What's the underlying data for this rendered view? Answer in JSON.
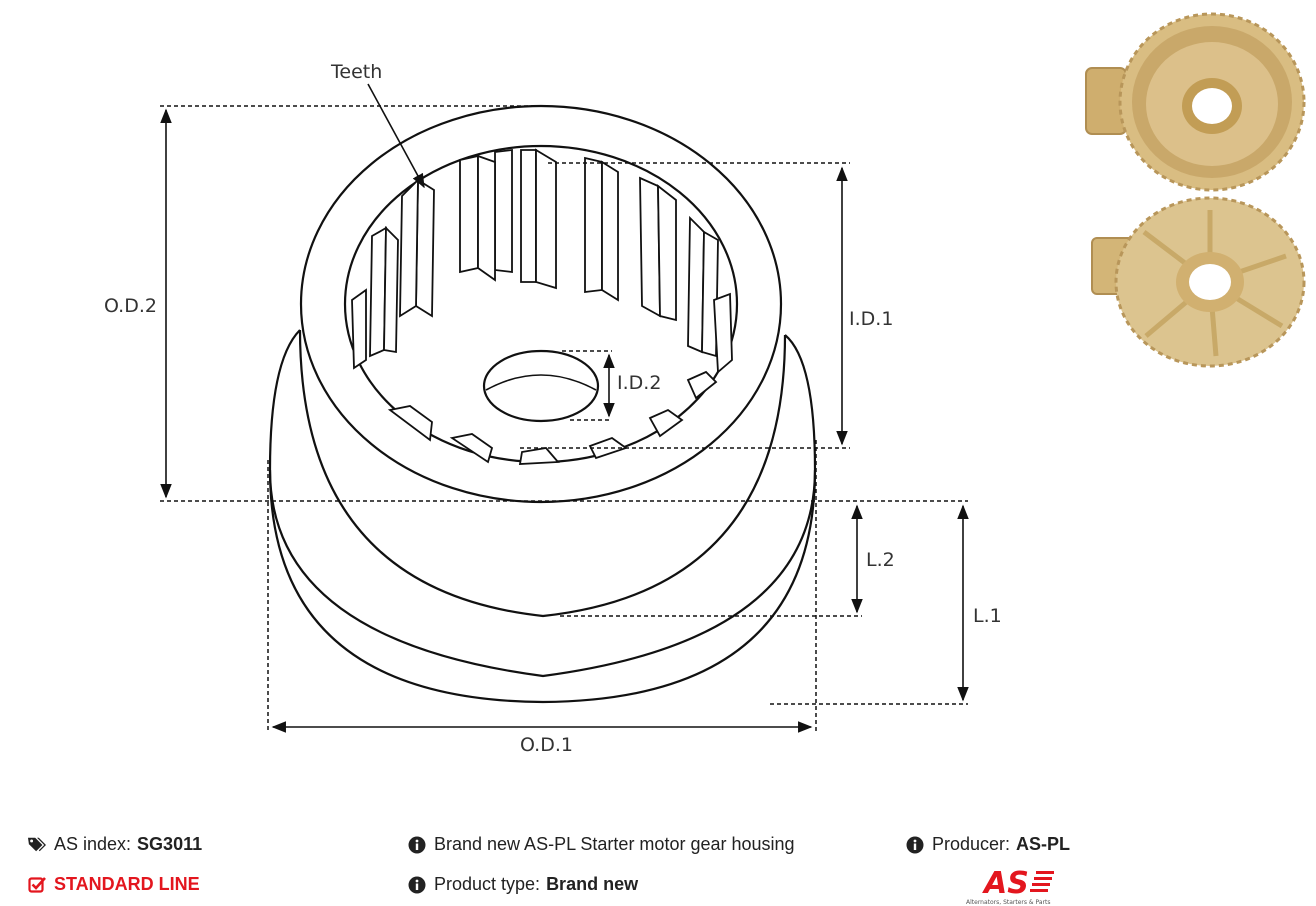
{
  "diagram": {
    "labels": {
      "teeth": "Teeth",
      "od2": "O.D.2",
      "id1": "I.D.1",
      "id2": "I.D.2",
      "l2": "L.2",
      "l1": "L.1",
      "od1": "O.D.1"
    }
  },
  "info": {
    "as_index_label": "AS index:",
    "as_index_value": "SG3011",
    "line": "STANDARD LINE",
    "description": "Brand new AS-PL Starter motor gear housing",
    "product_type_label": "Product type:",
    "product_type_value": "Brand new",
    "producer_label": "Producer:",
    "producer_value": "AS-PL"
  },
  "logo": {
    "mark": "AS",
    "tagline": "Alternators, Starters & Parts"
  },
  "colors": {
    "accent": "#e3161e",
    "part": "#d9bd82",
    "part_dark": "#b8965a",
    "line": "#111111"
  }
}
